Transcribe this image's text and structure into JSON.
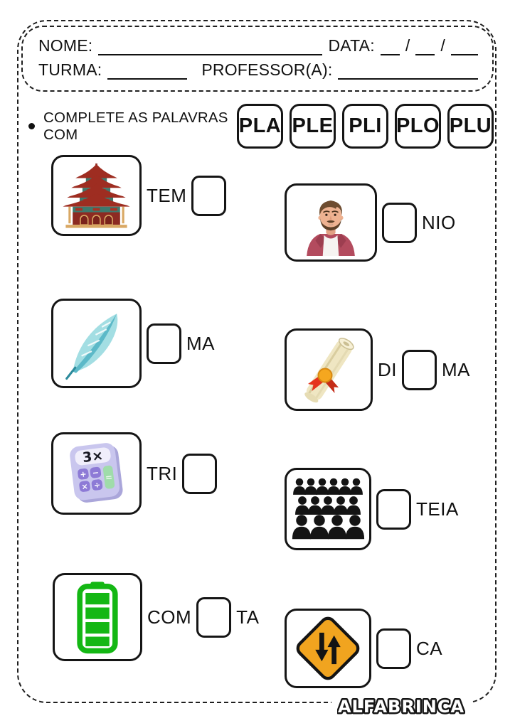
{
  "header": {
    "name_label": "NOME:",
    "date_label": "DATA:",
    "date_separator": "/",
    "turma_label": "TURMA:",
    "professor_label": "PROFESSOR(A):"
  },
  "instruction": {
    "text": "COMPLETE AS PALAVRAS COM",
    "syllables": [
      "PLA",
      "PLE",
      "PLI",
      "PLO",
      "PLU"
    ]
  },
  "exercises": [
    {
      "icon": "pagoda-temple",
      "before": "TEM",
      "after": ""
    },
    {
      "icon": "man-portrait",
      "before": "",
      "after": "NIO"
    },
    {
      "icon": "feather",
      "before": "",
      "after": "MA"
    },
    {
      "icon": "diploma-scroll",
      "before": "DI",
      "after": "MA"
    },
    {
      "icon": "calculator",
      "before": "TRI",
      "after": "",
      "display": "3×",
      "buttons": [
        "+",
        "−",
        "×",
        "÷",
        "="
      ]
    },
    {
      "icon": "crowd-audience",
      "before": "",
      "after": "TEIA"
    },
    {
      "icon": "battery-full",
      "before": "COM",
      "after": "TA"
    },
    {
      "icon": "two-way-traffic-sign",
      "before": "",
      "after": "CA"
    }
  ],
  "footer": {
    "brand": "ALFABRINCA"
  },
  "colors": {
    "ink": "#151515",
    "pagoda-red": "#9e2d21",
    "pagoda-dark-red": "#8c2a22",
    "pagoda-teal": "#3e7a6e",
    "pagoda-tan": "#d9a864",
    "jacket-maroon": "#b34b5e",
    "skin": "#eeb291",
    "hair-brown": "#6e4c30",
    "beard-brown": "#5d4028",
    "feather-teal": "#a3dee3",
    "feather-deep": "#5cb9c8",
    "scroll-cream": "#efe6c2",
    "ribbon-red": "#e5341e",
    "seal-gold": "#f5a71f",
    "calc-body": "#c9c6ee",
    "calc-button": "#8d7ad6",
    "calc-equals": "#9fdcaa",
    "battery-green": "#14b714",
    "sign-orange": "#f1a41f"
  }
}
